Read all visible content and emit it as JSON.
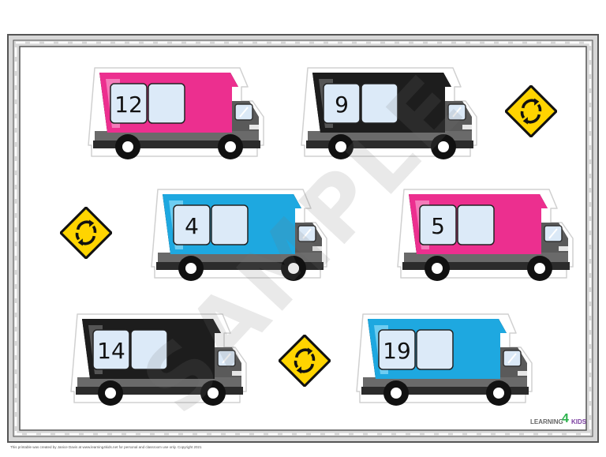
{
  "trucks": [
    {
      "number": "12",
      "body_color": "#ec2f8f",
      "body_light": "#f47bba"
    },
    {
      "number": "9",
      "body_color": "#1d1d1d",
      "body_light": "#555555"
    },
    {
      "number": "4",
      "body_color": "#1ea8e0",
      "body_light": "#6dcdf2"
    },
    {
      "number": "5",
      "body_color": "#ec2f8f",
      "body_light": "#f47bba"
    },
    {
      "number": "14",
      "body_color": "#1d1d1d",
      "body_light": "#555555"
    },
    {
      "number": "19",
      "body_color": "#1ea8e0",
      "body_light": "#6dcdf2"
    }
  ],
  "sign": {
    "icon": "roundabout-sign-icon",
    "color": "#ffd400"
  },
  "watermark": "SAMPLE",
  "footer": "This printable was created by Janice Davis at www.learning4kids.net for personal and classroom use only.  Copyright 2021",
  "logo": {
    "word1": "LEARNING",
    "digit": "4",
    "word2": "KIDS"
  }
}
